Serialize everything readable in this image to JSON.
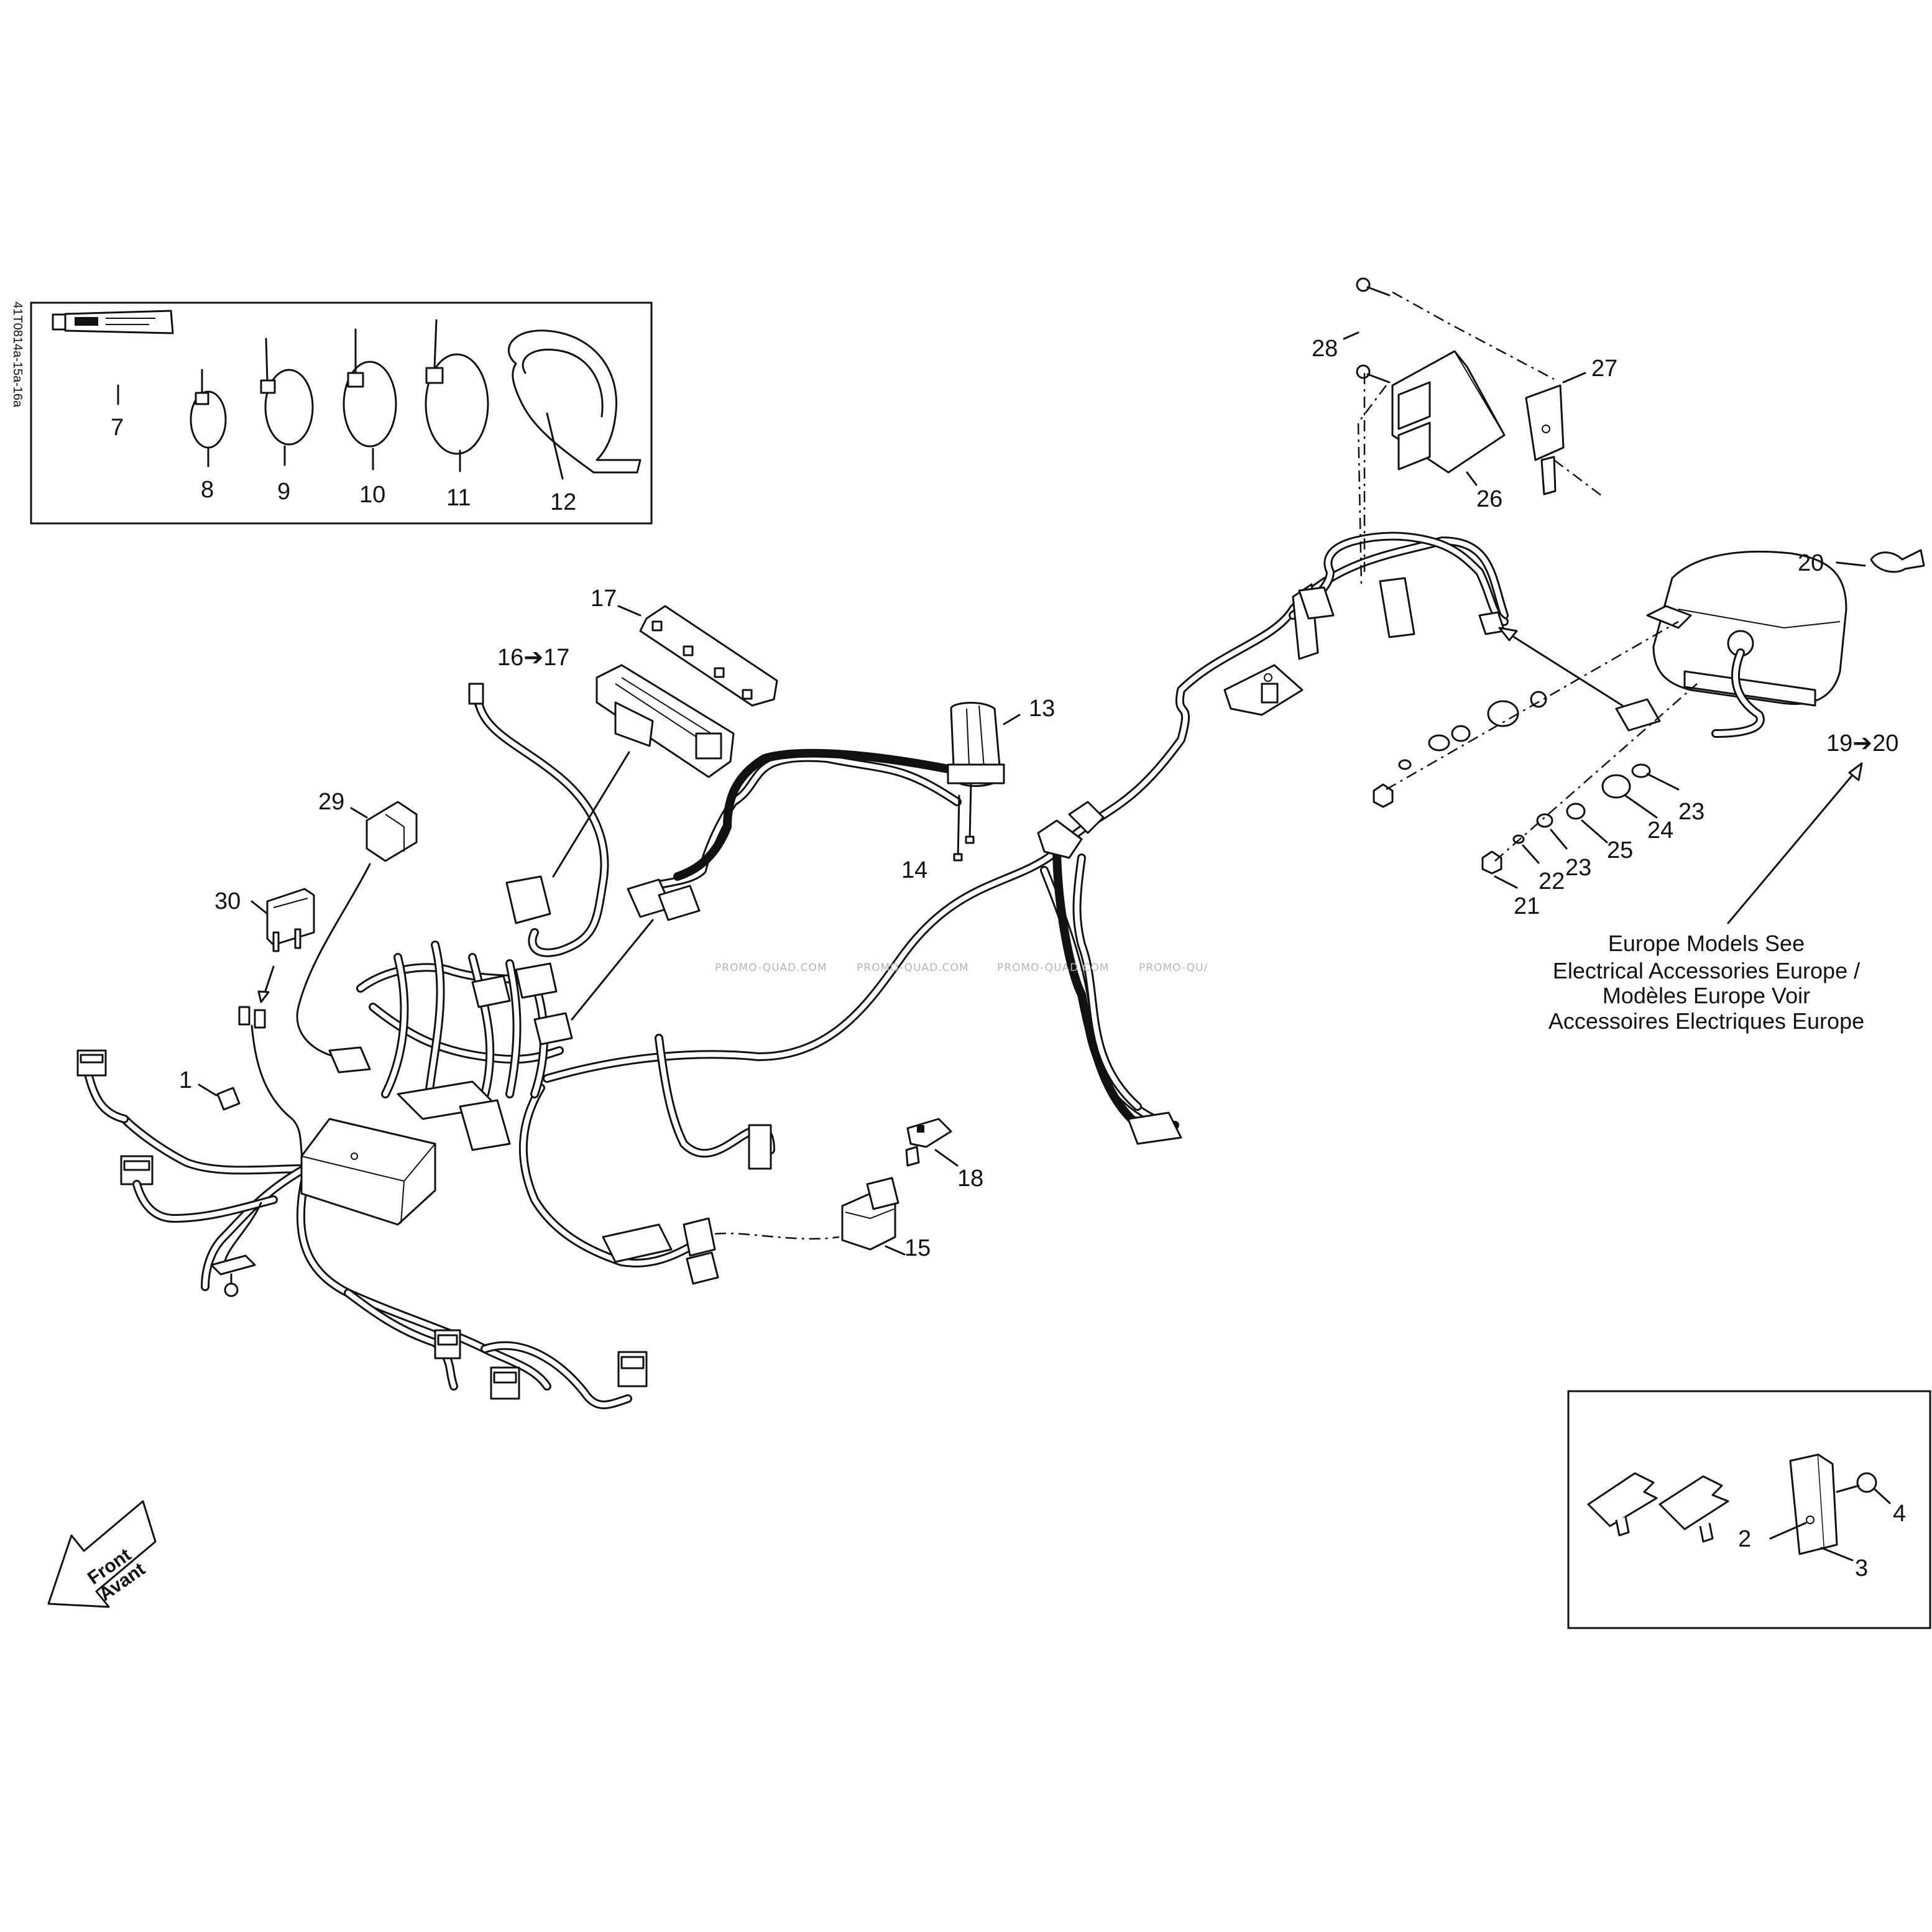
{
  "side_code": "41T0814a-15a-16a",
  "callouts": {
    "c1": "1",
    "c2": "2",
    "c3": "3",
    "c4": "4",
    "c7": "7",
    "c8": "8",
    "c9": "9",
    "c10": "10",
    "c11": "11",
    "c12": "12",
    "c13": "13",
    "c14": "14",
    "c15": "15",
    "c16_17": "16➔17",
    "c17": "17",
    "c18": "18",
    "c19_20": "19➔20",
    "c20": "20",
    "c21": "21",
    "c22": "22",
    "c23a": "23",
    "c23b": "23",
    "c24": "24",
    "c25": "25",
    "c26": "26",
    "c27": "27",
    "c28": "28",
    "c29": "29",
    "c30": "30"
  },
  "europe_note": {
    "line1": "Europe Models See",
    "line2": "Electrical Accessories Europe /",
    "line3": "Modèles Europe Voir",
    "line4": "Accessoires Electriques Europe"
  },
  "front_arrow": {
    "line1": "Front",
    "line2": "Avant"
  },
  "watermark": "PROMO-QUAD.COM",
  "watermark_partial": "PROMO-QU/"
}
